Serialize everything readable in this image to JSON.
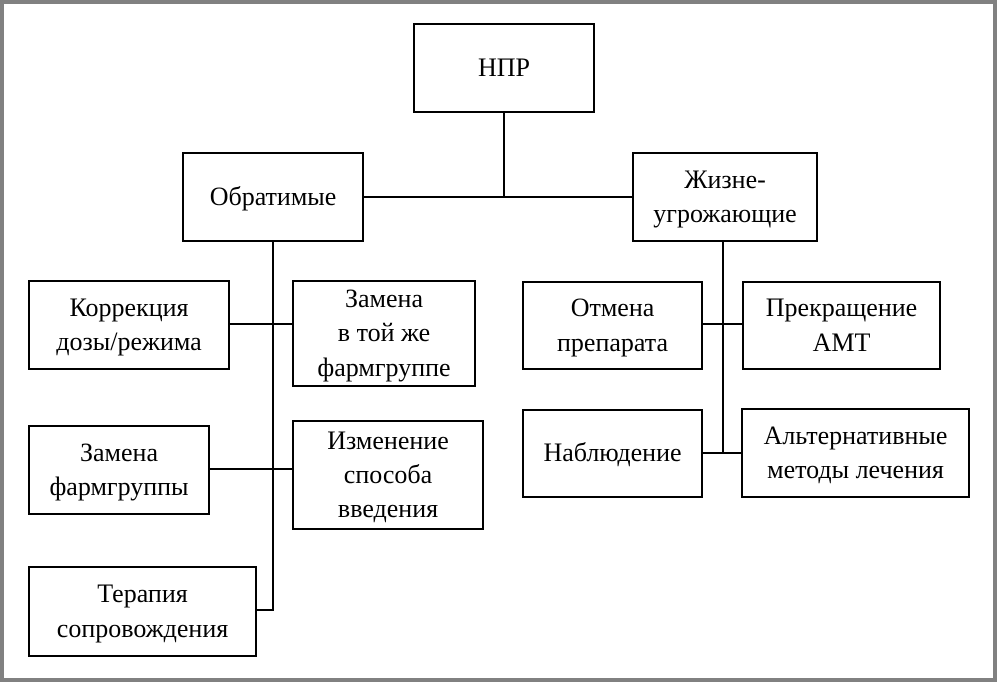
{
  "diagram": {
    "type": "flowchart-hierarchy",
    "nodes": {
      "npr": {
        "label": "НПР"
      },
      "reversible": {
        "label": "Обратимые"
      },
      "life_threatening": {
        "label": "Жизне-\nугрожающие"
      },
      "dose_correction": {
        "label": "Коррекция\nдозы/режима"
      },
      "same_group": {
        "label": "Замена\nв той же\nфармгруппе"
      },
      "group_replacement": {
        "label": "Замена\nфармгруппы"
      },
      "route_change": {
        "label": "Изменение\nспособа\nвведения"
      },
      "accompanying_therapy": {
        "label": "Терапия\nсопровождения"
      },
      "drug_withdrawal": {
        "label": "Отмена\nпрепарата"
      },
      "amt_discontinuation": {
        "label": "Прекращение\nАМТ"
      },
      "observation": {
        "label": "Наблюдение"
      },
      "alternative_methods": {
        "label": "Альтернативные\nметоды лечения"
      }
    },
    "edges": [
      [
        "npr",
        "reversible"
      ],
      [
        "npr",
        "life_threatening"
      ],
      [
        "reversible",
        "dose_correction"
      ],
      [
        "reversible",
        "same_group"
      ],
      [
        "reversible",
        "group_replacement"
      ],
      [
        "reversible",
        "route_change"
      ],
      [
        "reversible",
        "accompanying_therapy"
      ],
      [
        "life_threatening",
        "drug_withdrawal"
      ],
      [
        "life_threatening",
        "amt_discontinuation"
      ],
      [
        "life_threatening",
        "observation"
      ],
      [
        "life_threatening",
        "alternative_methods"
      ]
    ],
    "colors": {
      "frame_border": "#818181",
      "box_border": "#000000",
      "connector": "#000000",
      "background": "#ffffff",
      "text": "#000000"
    }
  }
}
